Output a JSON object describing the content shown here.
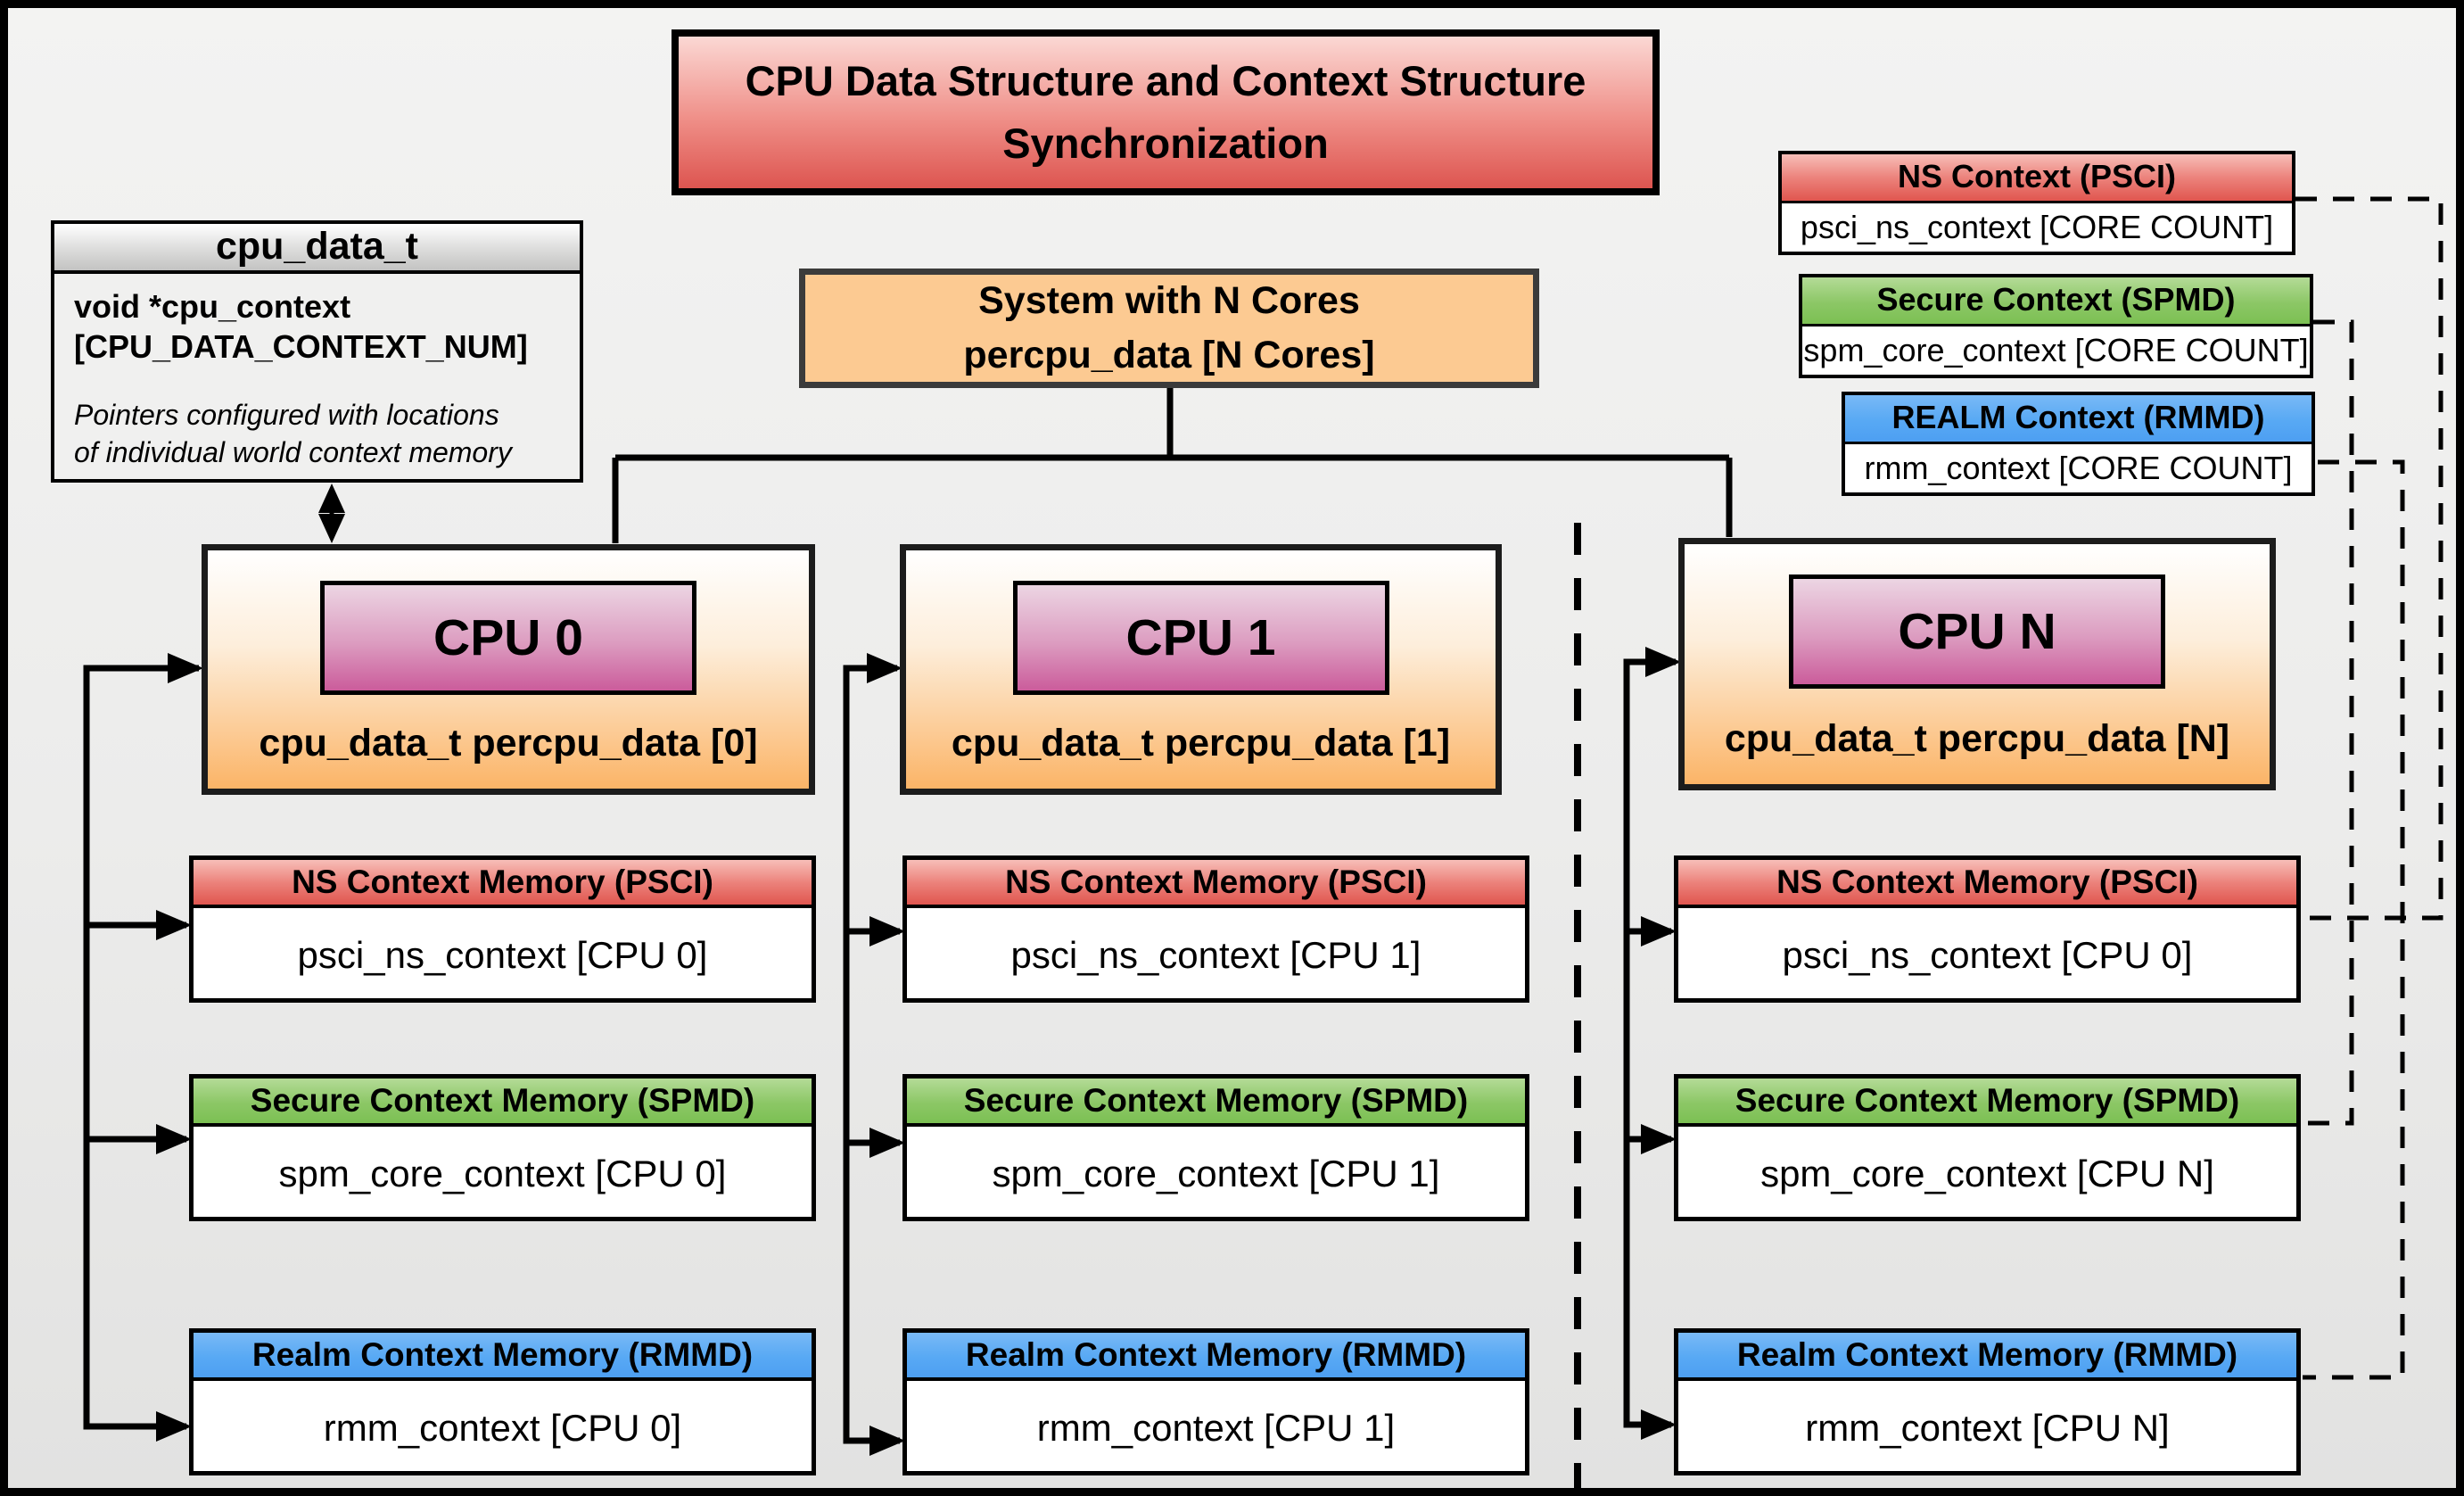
{
  "title": {
    "line1": "CPU Data Structure and Context Structure",
    "line2": "Synchronization"
  },
  "struct_box": {
    "header": "cpu_data_t",
    "field_line1": "void *cpu_context",
    "field_line2": "[CPU_DATA_CONTEXT_NUM]",
    "note_line1": "Pointers configured with locations",
    "note_line2": "of individual world context memory"
  },
  "system_box": {
    "line1": "System with N Cores",
    "line2": "percpu_data [N Cores]"
  },
  "legend": {
    "psci": {
      "title": "NS Context  (PSCI)",
      "body": "psci_ns_context [CORE COUNT]"
    },
    "spmd": {
      "title": "Secure Context (SPMD)",
      "body": "spm_core_context [CORE COUNT]"
    },
    "rmmd": {
      "title": "REALM Context (RMMD)",
      "body": "rmm_context [CORE COUNT]"
    }
  },
  "columns": [
    {
      "cpu_label": "CPU 0",
      "data_label": "cpu_data_t percpu_data [0]",
      "ns_title": "NS Context Memory (PSCI)",
      "ns_body": "psci_ns_context [CPU 0]",
      "secure_title": "Secure Context Memory (SPMD)",
      "secure_body": "spm_core_context [CPU 0]",
      "realm_title": "Realm Context Memory (RMMD)",
      "realm_body": "rmm_context [CPU 0]"
    },
    {
      "cpu_label": "CPU 1",
      "data_label": "cpu_data_t percpu_data [1]",
      "ns_title": "NS Context Memory (PSCI)",
      "ns_body": "psci_ns_context [CPU 1]",
      "secure_title": "Secure Context Memory (SPMD)",
      "secure_body": "spm_core_context [CPU 1]",
      "realm_title": "Realm Context Memory (RMMD)",
      "realm_body": "rmm_context [CPU 1]"
    },
    {
      "cpu_label": "CPU N",
      "data_label": "cpu_data_t percpu_data [N]",
      "ns_title": "NS Context Memory (PSCI)",
      "ns_body": "psci_ns_context [CPU 0]",
      "secure_title": "Secure Context Memory (SPMD)",
      "secure_body": "spm_core_context [CPU N]",
      "realm_title": "Realm Context Memory (RMMD)",
      "realm_body": "rmm_context [CPU N]"
    }
  ],
  "colors": {
    "ns_header": "#e2574f",
    "secure_header": "#85c55c",
    "realm_header": "#55a8f3",
    "cpu_chip": "#cb5c9b",
    "cpu_box_orange": "#fbb467",
    "system_box_orange": "#fcca92",
    "title_red": "#dd5550",
    "struct_header_gray": "#c3c3c2"
  }
}
